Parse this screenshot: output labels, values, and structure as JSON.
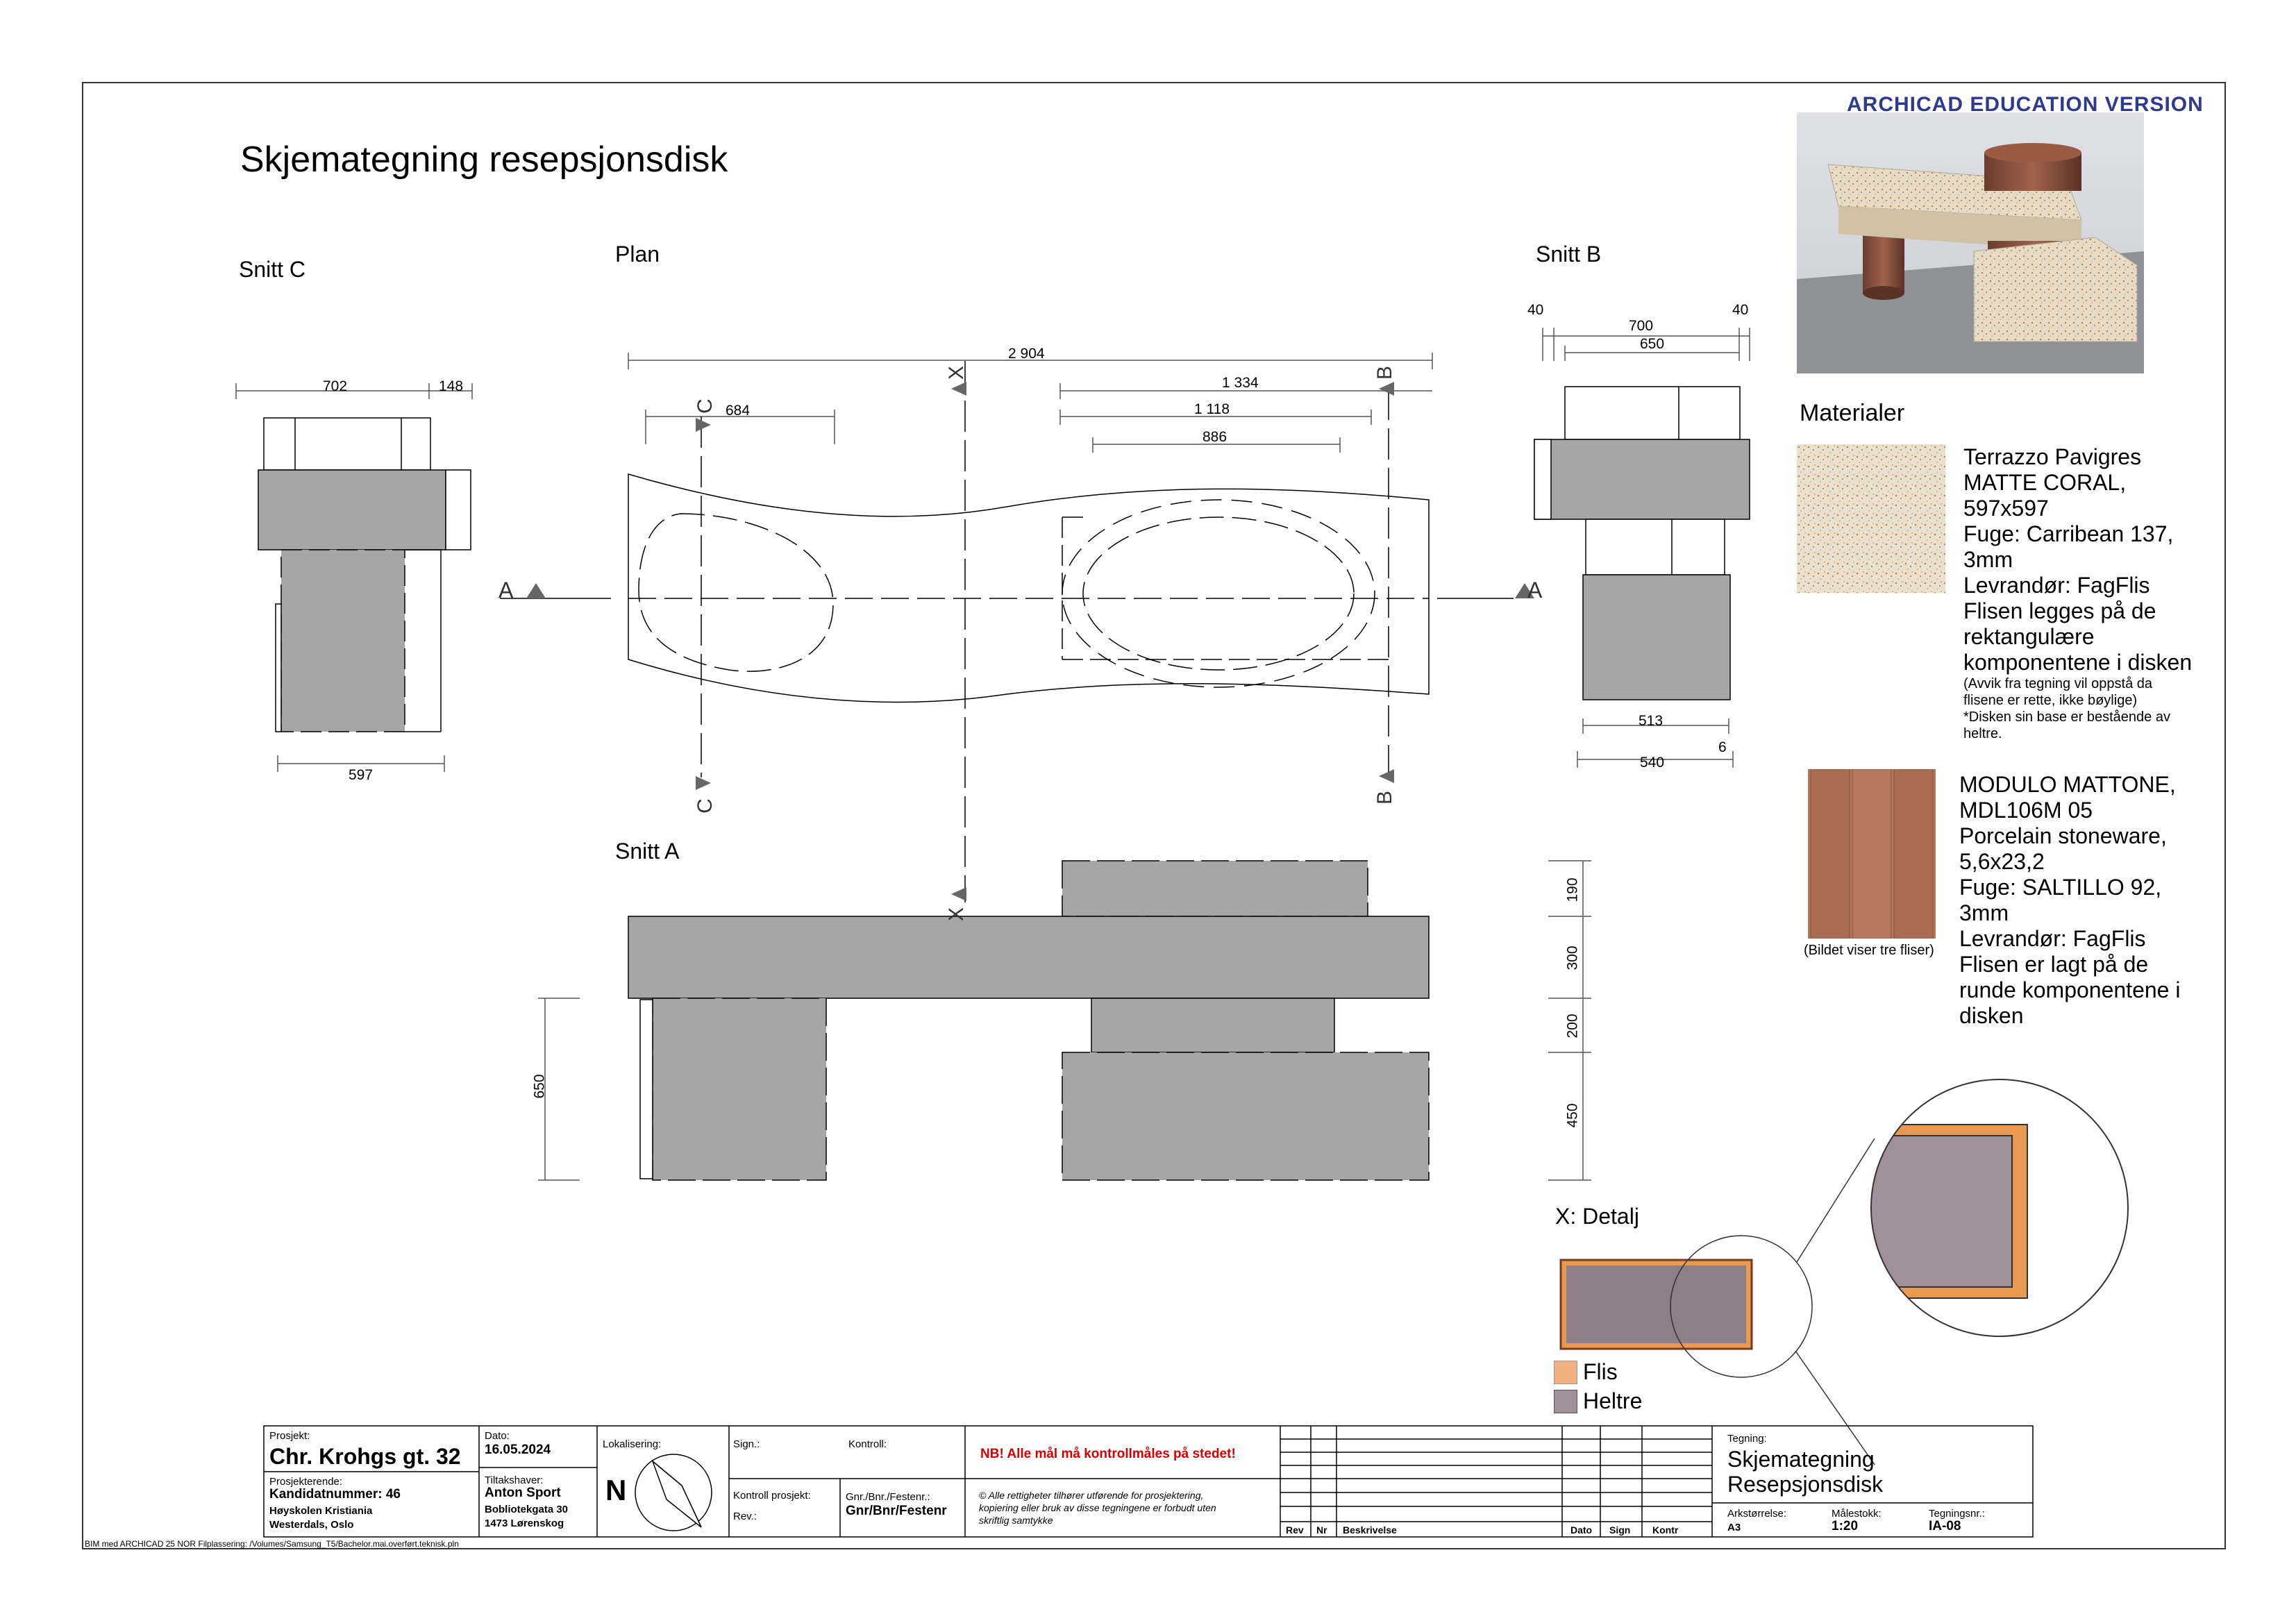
{
  "watermark": "ARCHICAD EDUCATION VERSION",
  "sheet_title": "Skjemategning resepsjonsdisk",
  "views": {
    "snitt_c": "Snitt C",
    "plan": "Plan",
    "snitt_b": "Snitt B",
    "snitt_a": "Snitt A",
    "detail": "X: Detalj"
  },
  "dimensions": {
    "snitt_c": {
      "d1": "702",
      "d2": "148",
      "d3": "597"
    },
    "plan": {
      "total": "2 904",
      "d684": "684",
      "d1334": "1 334",
      "d1118": "1 118",
      "d886": "886"
    },
    "snitt_b": {
      "d40a": "40",
      "d40b": "40",
      "d700": "700",
      "d650": "650",
      "d513": "513",
      "d6": "6",
      "d540": "540"
    },
    "snitt_a": {
      "d650": "650"
    },
    "heights": {
      "h190": "190",
      "h300": "300",
      "h200": "200",
      "h450": "450"
    }
  },
  "section_markers": {
    "a": "A",
    "b": "B",
    "c": "C",
    "x": "X"
  },
  "materials": {
    "heading": "Materialer",
    "terrazzo": {
      "lines": [
        "Terrazzo Pavigres",
        "MATTE CORAL,",
        "597x597",
        "Fuge: Carribean 137,",
        "3mm",
        "Levrandør: FagFlis",
        "Flisen legges på de",
        "rektangulære",
        "komponentene i disken"
      ],
      "notes": [
        "(Avvik fra tegning vil oppstå da",
        "flisene er rette, ikke bøylige)",
        "*Disken sin base er bestående av",
        "heltre."
      ]
    },
    "mattone": {
      "lines": [
        "MODULO MATTONE,",
        "MDL106M 05",
        "Porcelain stoneware,",
        "5,6x23,2",
        "Fuge: SALTILLO 92,",
        "3mm",
        "Levrandør: FagFlis",
        "Flisen er lagt på de",
        "runde komponentene i",
        "disken"
      ],
      "caption": "(Bildet viser tre fliser)"
    }
  },
  "legend": [
    {
      "label": "Flis",
      "color": "#f2b07e"
    },
    {
      "label": "Heltre",
      "color": "#a0909a"
    }
  ],
  "colors": {
    "section_fill": "#a6a6a6",
    "tile": "#e89a50",
    "wood": "#8e7e86",
    "wood_outline": "#7a3a20"
  },
  "title_block": {
    "prosjekt_label": "Prosjekt:",
    "prosjekt": "Chr. Krohgs gt. 32",
    "prosjekterende_label": "Prosjekterende:",
    "kandidat": "Kandidatnummer: 46",
    "skole1": "Høyskolen  Kristiania",
    "skole2": "Westerdals, Oslo",
    "dato_label": "Dato:",
    "dato": "16.05.2024",
    "tiltakshaver_label": "Tiltakshaver:",
    "tiltakshaver": "Anton Sport",
    "adresse1": "Bobliotekgata 30",
    "adresse2": "1473 Lørenskog",
    "lokalisering_label": "Lokalisering:",
    "north": "N",
    "sign_label": "Sign.:",
    "kontroll_label": "Kontroll:",
    "kontroll_prosjekt_label": "Kontroll prosjekt:",
    "rev_label": "Rev.:",
    "gnr_label": "Gnr./Bnr./Festenr.:",
    "gnr": "Gnr/Bnr/Festenr",
    "warning": "NB! Alle mål må kontrollmåles på stedet!",
    "copyright": [
      "© Alle rettigheter tilhører utførende for prosjektering,",
      "kopiering eller bruk av disse tegningene er forbudt uten",
      "skriftlig samtykke"
    ],
    "rev_columns": [
      "Rev",
      "Nr",
      "Beskrivelse",
      "Dato",
      "Sign",
      "Kontr"
    ],
    "tegning_label": "Tegning:",
    "tegning": [
      "Skjemategning",
      "Resepsjonsdisk"
    ],
    "arkstorrelse_label": "Arkstørrelse:",
    "arkstorrelse": "A3",
    "malestokk_label": "Målestokk:",
    "malestokk": "1:20",
    "tegningsnr_label": "Tegningsnr.:",
    "tegningsnr": "IA-08"
  },
  "footer_path": "BIM med ARCHICAD 25 NOR Filplassering: /Volumes/Samsung_T5/Bachelor.mai.overført.teknisk.pln"
}
